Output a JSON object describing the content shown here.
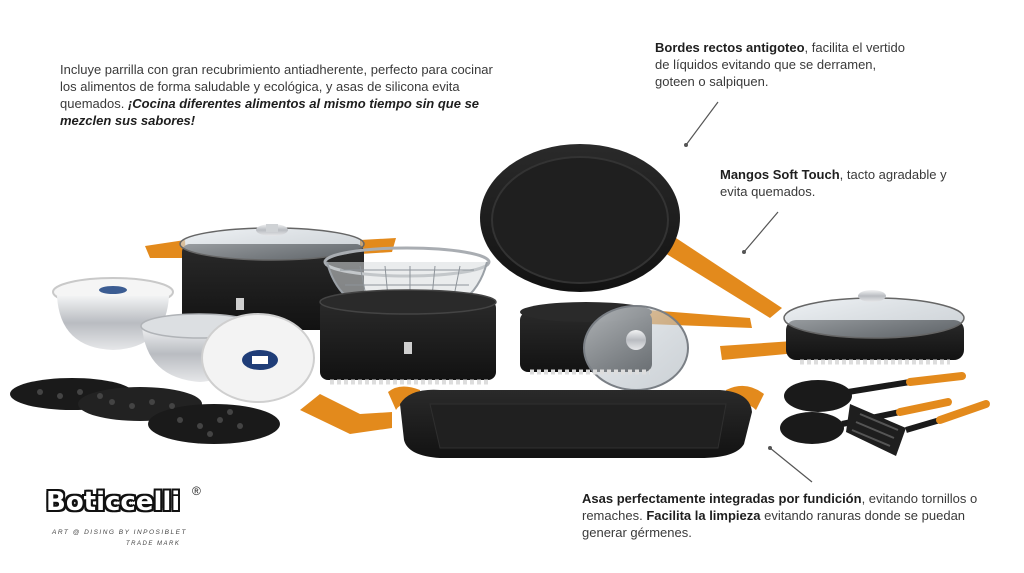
{
  "left_block": {
    "text": "Incluye parrilla con gran recubrimiento antiadherente, perfecto para cocinar los alimentos de forma saludable y ecológica, y asas de silicona evita quemados.",
    "emphasis": "¡Cocina diferentes alimentos al mismo tiempo sin que se mezclen sus sabores!"
  },
  "edges_block": {
    "title": "Bordes rectos antigoteo",
    "text": ", facilita el vertido de líquidos evitando que se derramen, goteen o salpiquen."
  },
  "handles_block": {
    "title": "Mangos Soft Touch",
    "text": ", tacto agradable y evita quemados."
  },
  "casting_block": {
    "title": "Asas perfectamente integradas por fundición",
    "text": ", evitando tornillos o remaches.",
    "title2": "Facilita la limpieza",
    "text2": " evitando ranuras donde se puedan generar gérmenes."
  },
  "brand": {
    "name": "Boticcelli",
    "registered": "®",
    "tagline": "ART @ DISING BY INPOSIBLET",
    "tagline2": "TRADE MARK"
  },
  "colors": {
    "cookware_black": "#1b1b1b",
    "handle_orange": "#e38a1c",
    "steel": "#c9ccd0"
  }
}
